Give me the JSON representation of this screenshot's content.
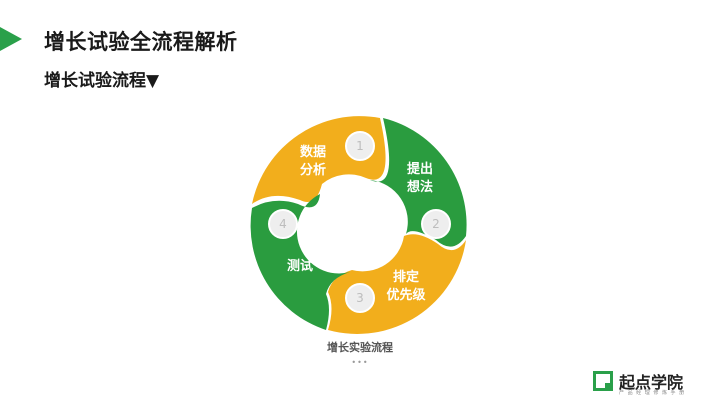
{
  "header": {
    "title": "增长试验全流程解析",
    "subtitle": "增长试验流程▼"
  },
  "diagram": {
    "type": "cycle",
    "caption": "增长实验流程",
    "caption_dots": "•••",
    "steps": [
      {
        "number": "1",
        "label_line1": "数据",
        "label_line2": "分析",
        "color": "#f2ae1c"
      },
      {
        "number": "2",
        "label_line1": "提出",
        "label_line2": "想法",
        "color": "#2a9c3f"
      },
      {
        "number": "3",
        "label_line1": "排定",
        "label_line2": "优先级",
        "color": "#f2ae1c"
      },
      {
        "number": "4",
        "label_line1": "测试",
        "label_line2": "",
        "color": "#2a9c3f"
      }
    ]
  },
  "brand": {
    "name": "起点学院",
    "tagline": "产 品 经 理 修 炼 手 册",
    "color": "#2aa04a",
    "icon": "logo-mark-icon"
  },
  "colors": {
    "accent_green": "#2aa04a",
    "accent_orange": "#f2ae1c"
  }
}
